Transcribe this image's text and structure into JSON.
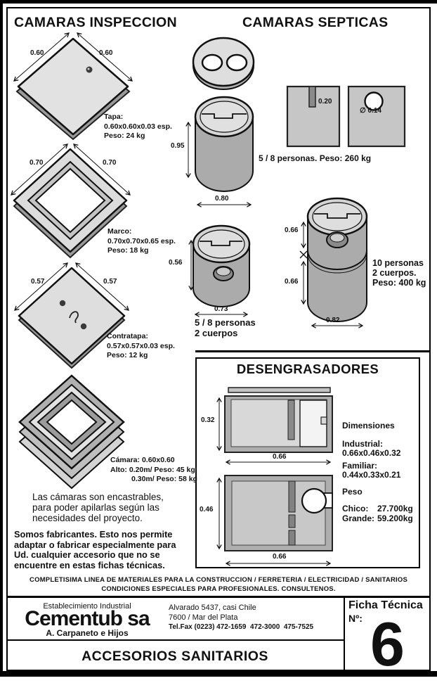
{
  "inspeccion": {
    "title": "CAMARAS INSPECCION",
    "tapa": {
      "dim_left": "0.60",
      "dim_right": "0.60",
      "nombre": "Tapa:",
      "medidas": "0.60x0.60x0.03 esp.",
      "peso": "Peso: 24 kg"
    },
    "marco": {
      "dim_left": "0.70",
      "dim_right": "0.70",
      "nombre": "Marco:",
      "medidas": "0.70x0.70x0.65 esp.",
      "peso": "Peso: 18 kg"
    },
    "contratapa": {
      "dim_left": "0.57",
      "dim_right": "0.57",
      "nombre": "Contratapa:",
      "medidas": "0.57x0.57x0.03 esp.",
      "peso": "Peso: 12 kg"
    },
    "camara": {
      "linea1": "Cámara: 0.60x0.60",
      "linea2": "Alto: 0.20m/ Peso: 45 kg",
      "linea3": "0.30m/ Peso: 58 kg"
    },
    "nota": "Las cámaras son encastrables,\npara poder apilarlas según las\nnecesidades del proyecto.",
    "fabricantes": "Somos fabricantes. Esto nos permite\nadaptar o fabricar especialmente para\nUd. cualquier accesorio que no se\nencuentre en estas fichas técnicas."
  },
  "septicas": {
    "title": "CAMARAS SEPTICAS",
    "simple": {
      "alto": "0.95",
      "ancho": "0.80",
      "caption": "5 / 8 personas. Peso: 260 kg"
    },
    "placa_ranura": "0.20",
    "placa_orificio": "∅ 0.14",
    "dos_cuerpos": {
      "alto": "0.56",
      "ancho": "0.73",
      "caption": "5 / 8 personas\n2 cuerpos"
    },
    "diez_personas": {
      "alto_sup": "0.66",
      "alto_inf": "0.66",
      "ancho": "0.82",
      "caption": "10 personas\n2 cuerpos.\nPeso: 400 kg"
    }
  },
  "desengrasadores": {
    "title": "DESENGRASADORES",
    "vista_superior": {
      "alto": "0.32",
      "ancho": "0.66"
    },
    "vista_frontal": {
      "alto": "0.46",
      "ancho": "0.66"
    },
    "dimensiones_titulo": "Dimensiones",
    "industrial_label": "Industrial:",
    "industrial_valor": "0.66x0.46x0.32",
    "familiar_label": "Familiar:",
    "familiar_valor": "0.44x0.33x0.21",
    "peso_titulo": "Peso",
    "chico_label": "Chico:",
    "chico_valor": "27.700kg",
    "grande_label": "Grande:",
    "grande_valor": "59.200kg"
  },
  "banner": {
    "linea1": "COMPLETISIMA LINEA DE MATERIALES PARA LA CONSTRUCCION / FERRETERIA / ELECTRICIDAD / SANITARIOS",
    "linea2": "CONDICIONES ESPECIALES PARA PROFESIONALES. CONSULTENOS."
  },
  "footer": {
    "establecimiento": "Establecimiento Industrial",
    "logo": "Cementub sa",
    "firma": "A. Carpaneto e Hijos",
    "direccion1": "Alvarado 5437, casi Chile",
    "direccion2": "7600 / Mar del Plata",
    "telefono": "Tel.Fax (0223) 472-1659  472-3000  475-7525",
    "producto": "ACCESORIOS SANITARIOS",
    "ficha": "Ficha Técnica",
    "numero_label": "Nº:",
    "numero": "6"
  },
  "colors": {
    "ink": "#111111",
    "paper": "#ffffff",
    "gris_claro": "#e0e0e0",
    "gris_medio": "#b5b5b5",
    "gris_oscuro": "#8a8a8a"
  }
}
